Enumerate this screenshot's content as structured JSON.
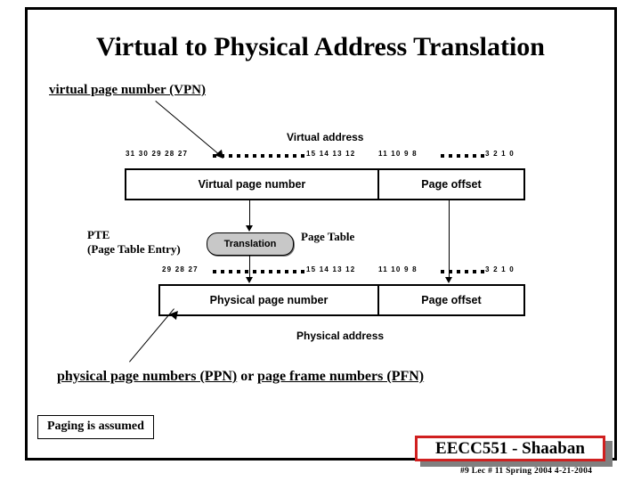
{
  "slide": {
    "title": "Virtual to Physical Address Translation",
    "vpn_caption": "virtual page number (VPN)",
    "ppn_caption_part1": "physical page numbers (PPN)",
    "ppn_caption_or": " or ",
    "ppn_caption_part2": "page frame numbers (PFN)",
    "paging_note": "Paging is assumed"
  },
  "virtual": {
    "label": "Virtual address",
    "bits_left": "31 30 29 28 27",
    "bits_mid": "15 14 13 12",
    "bits_mid2": "11 10 9 8",
    "bits_right": "3 2 1 0",
    "field_page_number": "Virtual page number",
    "field_page_offset": "Page offset"
  },
  "physical": {
    "label": "Physical address",
    "bits_left": "29 28 27",
    "bits_mid": "15 14 13 12",
    "bits_mid2": "11 10 9 8",
    "bits_right": "3 2 1 0",
    "field_page_number": "Physical page number",
    "field_page_offset": "Page offset"
  },
  "translation": {
    "box_label": "Translation",
    "pte_line1": "PTE",
    "pte_line2": "(Page Table Entry)",
    "page_table_label": "Page Table"
  },
  "branding": {
    "course": "EECC551 - Shaaban",
    "subline": "#9   Lec # 11   Spring 2004  4-21-2004",
    "accent_color": "#d02020",
    "shadow_color": "#808080"
  }
}
